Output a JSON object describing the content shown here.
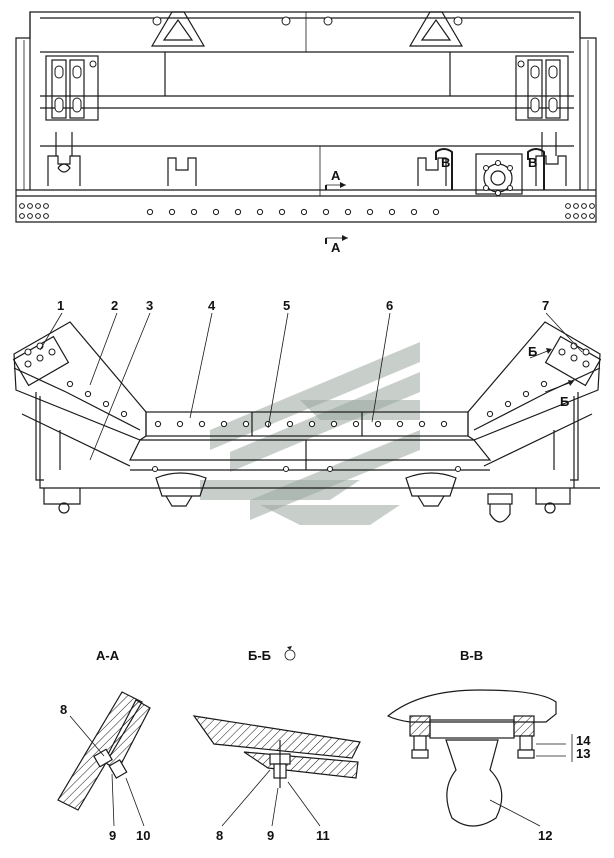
{
  "top_view": {
    "section_a_marker_1": "A",
    "section_a_marker_2": "A",
    "section_b_marker_left": "B",
    "section_b_marker_right": "B"
  },
  "front_view": {
    "callouts": [
      "1",
      "2",
      "3",
      "4",
      "5",
      "6",
      "7"
    ],
    "section_marker_upper": "Б",
    "section_marker_lower": "Б"
  },
  "sections": [
    {
      "title": "A-A",
      "callouts": [
        "8",
        "9",
        "10"
      ]
    },
    {
      "title": "Б-Б",
      "rotation_symbol": "rotated-view-icon",
      "callouts": [
        "8",
        "9",
        "11"
      ]
    },
    {
      "title": "B-B",
      "callouts": [
        "14",
        "13",
        "12"
      ]
    }
  ],
  "colors": {
    "line": "#1a1a1a",
    "watermark": "#9aa7a0"
  }
}
